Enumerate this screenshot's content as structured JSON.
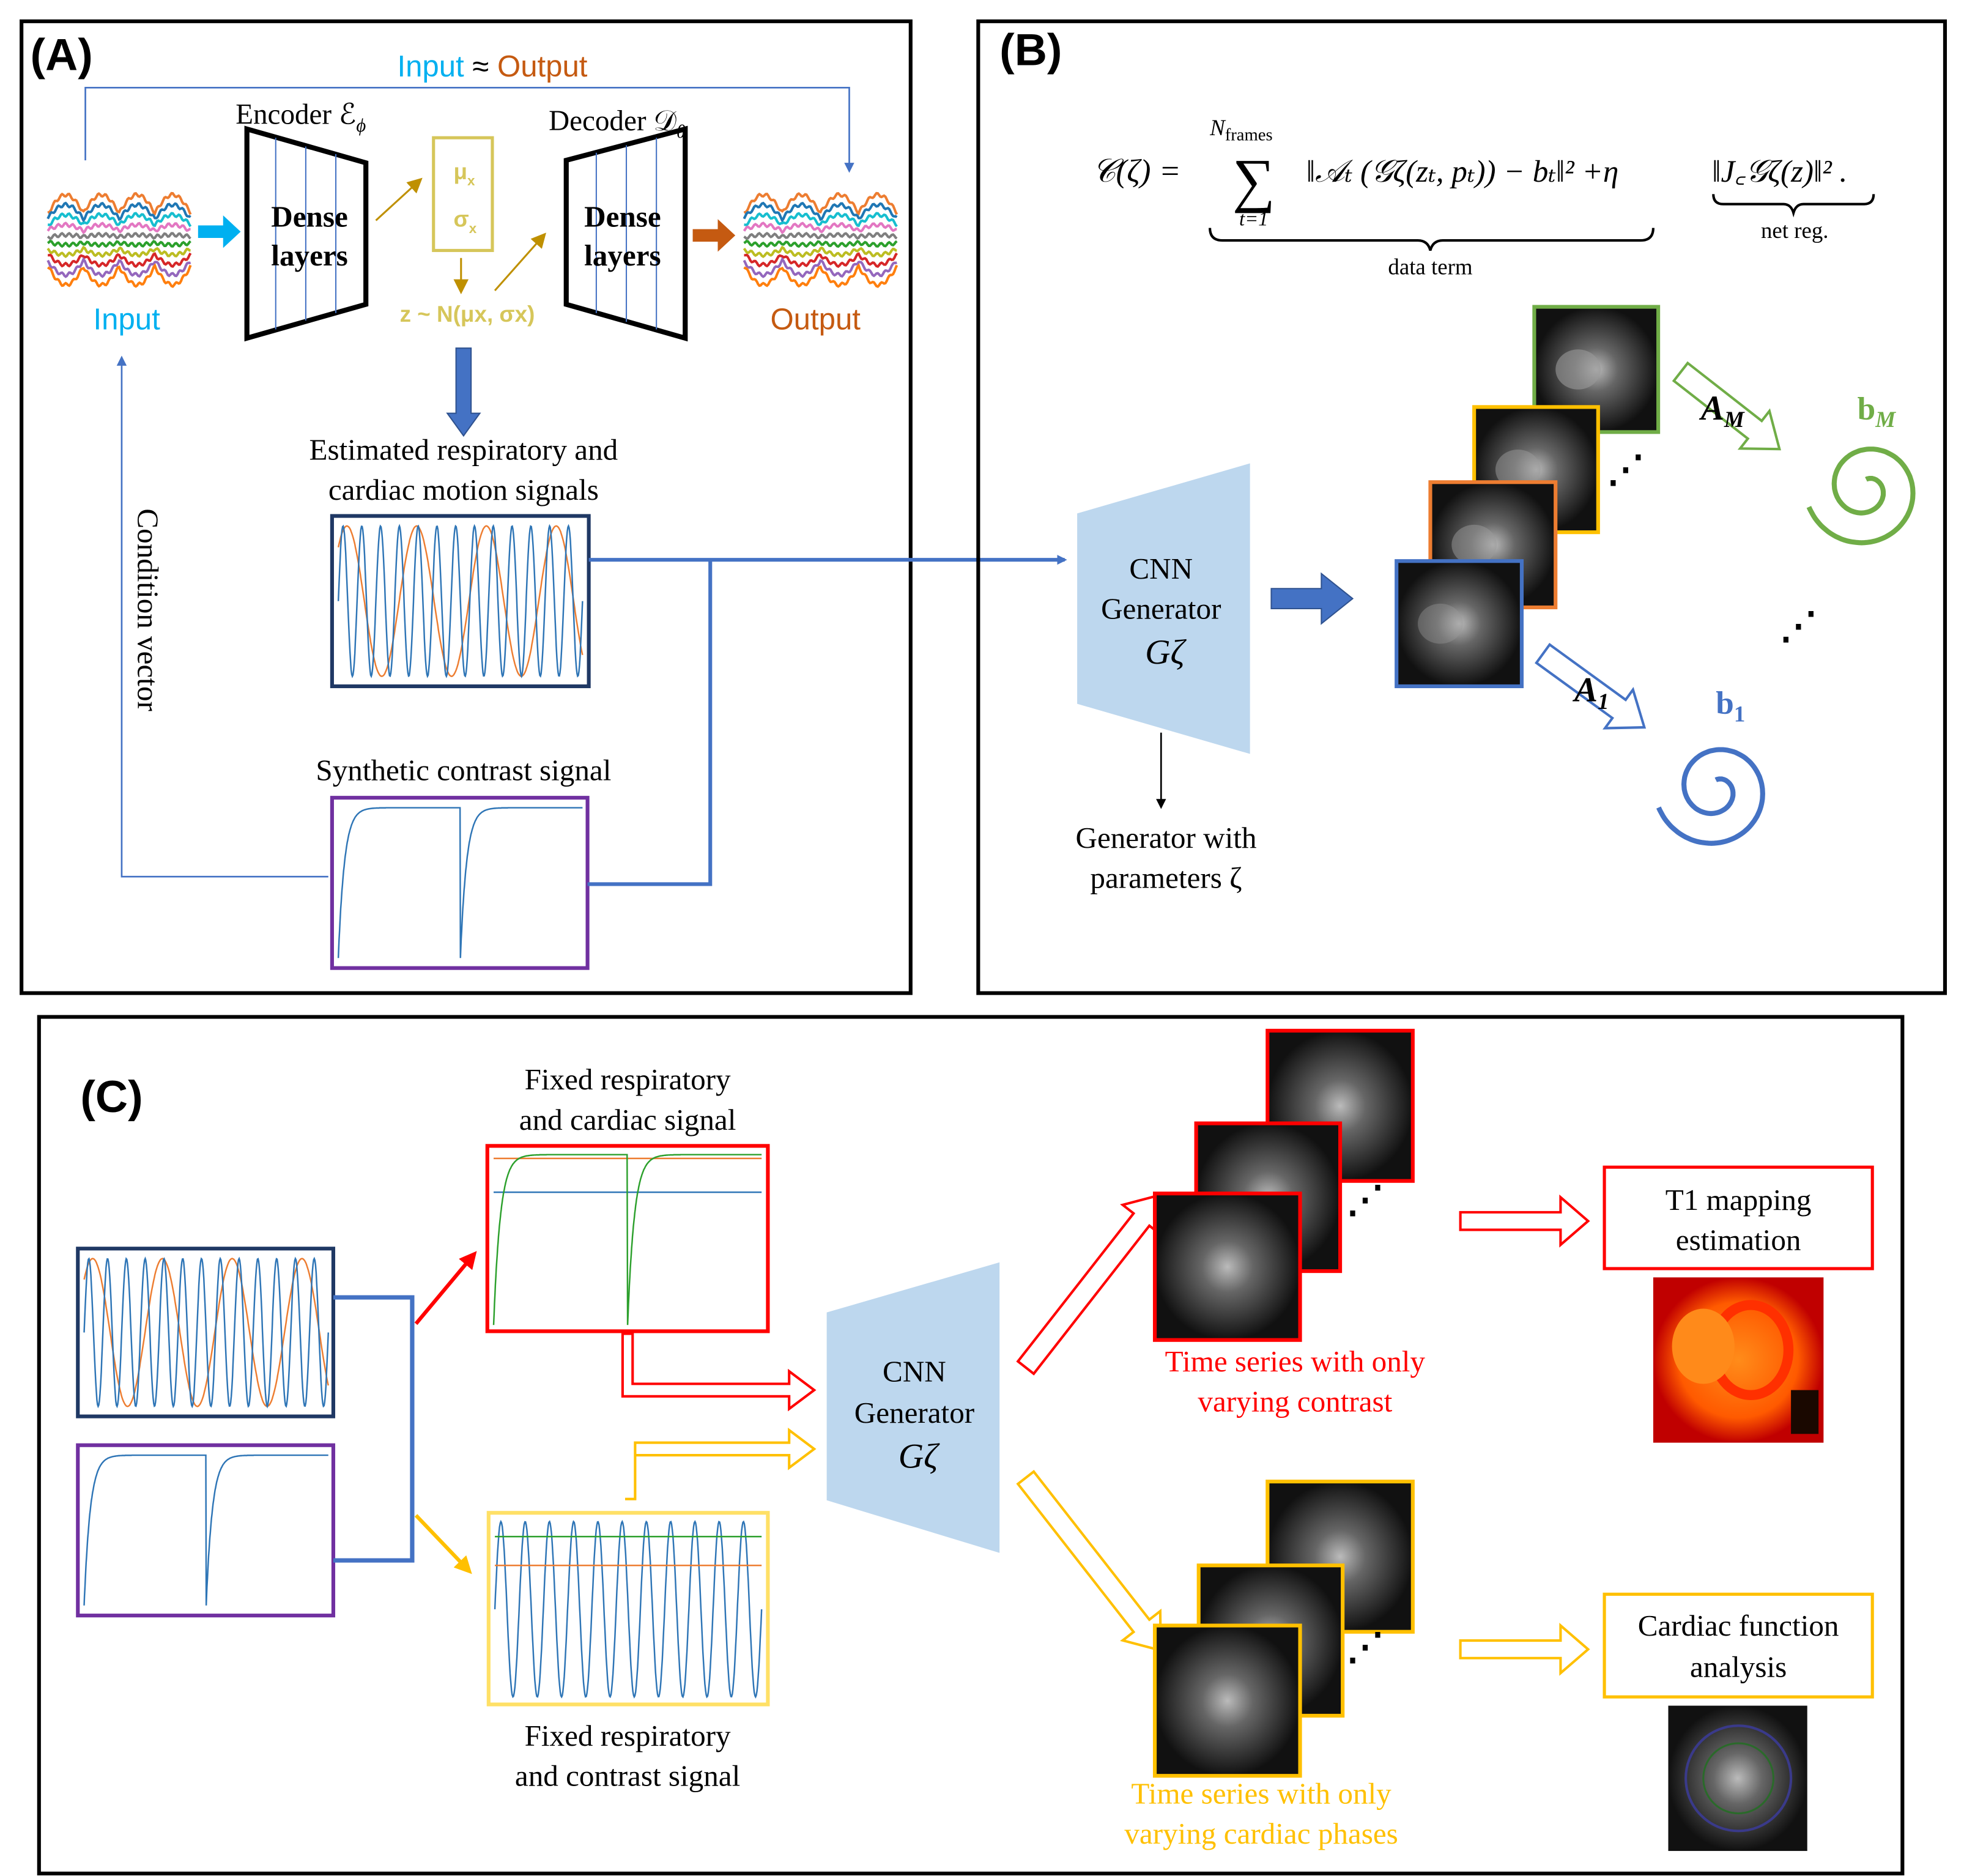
{
  "colors": {
    "blue": "#4472c4",
    "cyan": "#00b0f0",
    "orange": "#c55a11",
    "gold": "#bf9000",
    "lightgold": "#d6c65a",
    "red": "#ff0000",
    "yellow": "#ffc000",
    "green": "#70ad47",
    "navy": "#1f3864",
    "purple": "#7030a0",
    "generator": "#bdd7ee",
    "sigblue": "#2e75b6",
    "sigorange": "#ed7d31",
    "siggreen": "#2ca02c"
  },
  "panel_a": {
    "label": "(A)",
    "title_input": "Input",
    "title_approx": " ≈ ",
    "title_output": "Output",
    "encoder_label": "Encoder ℰ",
    "encoder_sub": "ϕ",
    "decoder_label": "Decoder 𝒟",
    "decoder_sub": "θ",
    "dense1": "Dense",
    "dense2": "layers",
    "mu": "μ",
    "sigma": "σ",
    "x": "x",
    "latent": "z ~ N(μx, σx)",
    "input_label": "Input",
    "output_label": "Output",
    "estimated_line1": "Estimated respiratory and",
    "estimated_line2": "cardiac motion signals",
    "synthetic_label": "Synthetic contrast signal",
    "condition_vector": "Condition vector"
  },
  "panel_b": {
    "label": "(B)",
    "equation_lhs": "𝒞(ζ) =",
    "sum_top": "N",
    "sum_top_sub": "frames",
    "sum_bottom": "t=1",
    "data_term_expr": "‖𝒜ₜ (𝒢ζ(zₜ, pₜ)) − bₜ‖² +η",
    "net_reg_expr": "‖J꜀𝒢ζ(z)‖² .",
    "data_term": "data term",
    "net_reg": "net reg.",
    "generator_line1": "CNN",
    "generator_line2": "Generator",
    "generator_symbol": "Gζ",
    "generator_caption1": "Generator with",
    "generator_caption2": "parameters ζ",
    "a_m": "A",
    "a_m_sub": "M",
    "b_m": "b",
    "b_m_sub": "M",
    "a_1": "A",
    "a_1_sub": "1",
    "b_1": "b",
    "b_1_sub": "1",
    "ellipsis": "⋰"
  },
  "panel_c": {
    "label": "(C)",
    "fixed_cardiac_line1": "Fixed respiratory",
    "fixed_cardiac_line2": "and cardiac signal",
    "fixed_contrast_line1": "Fixed respiratory",
    "fixed_contrast_line2": "and contrast signal",
    "generator_line1": "CNN",
    "generator_line2": "Generator",
    "generator_symbol": "Gζ",
    "contrast_series_line1": "Time series with only",
    "contrast_series_line2": "varying contrast",
    "phase_series_line1": "Time series with only",
    "phase_series_line2": "varying cardiac phases",
    "t1_line1": "T1 mapping",
    "t1_line2": "estimation",
    "cardiac_line1": "Cardiac function",
    "cardiac_line2": "analysis",
    "ellipsis": "⋰"
  }
}
